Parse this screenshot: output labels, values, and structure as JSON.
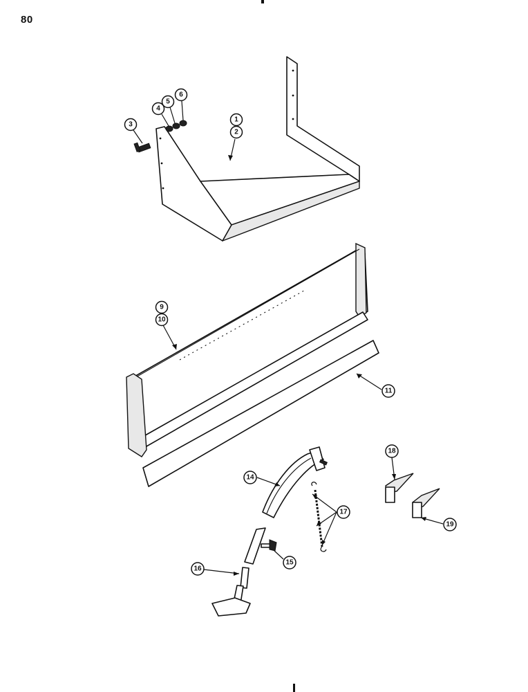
{
  "page_number": "80",
  "callouts": {
    "c1": "1",
    "c2": "2",
    "c3": "3",
    "c4": "4",
    "c5": "5",
    "c6": "6",
    "c9": "9",
    "c10": "10",
    "c11": "11",
    "c14": "14",
    "c15": "15",
    "c16": "16",
    "c17": "17",
    "c18": "18",
    "c19": "19"
  }
}
